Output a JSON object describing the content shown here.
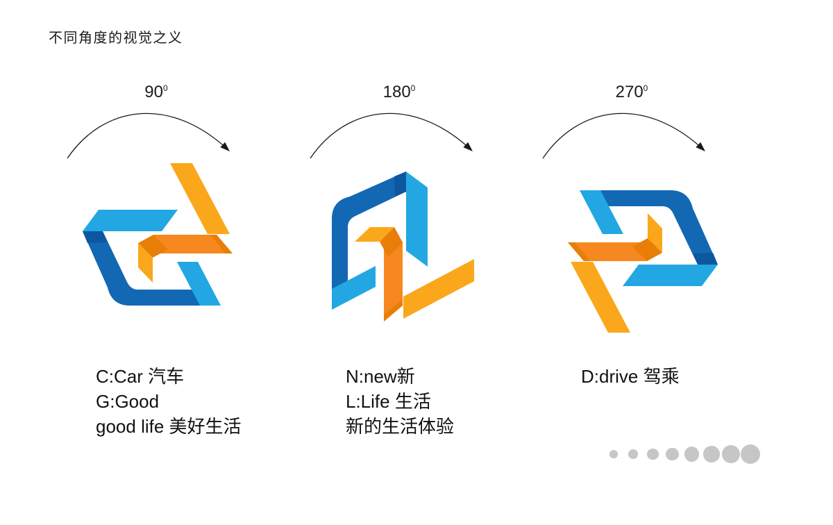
{
  "page": {
    "title": "不同角度的视觉之义",
    "background": "#ffffff"
  },
  "colors": {
    "light_blue": "#22A7E2",
    "dark_blue": "#1368B4",
    "navy_fold": "#0D56A0",
    "orange": "#F6881F",
    "orange_fold": "#E87D08",
    "gold": "#FBA71B",
    "ink": "#1a1a1a",
    "dot_gray": "#C6C6C6"
  },
  "rotations": [
    {
      "angle": "90",
      "sup": "0",
      "lines": [
        "C:Car 汽车",
        "G:Good",
        "good life 美好生活"
      ]
    },
    {
      "angle": "180",
      "sup": "0",
      "lines": [
        "N:new新",
        "L:Life 生活",
        "新的生活体验"
      ]
    },
    {
      "angle": "270",
      "sup": "0",
      "lines": [
        "D:drive 驾乘"
      ]
    }
  ],
  "pagination": {
    "dot_count": 8,
    "dot_sizes": [
      12,
      14.3,
      16.6,
      18.9,
      21.2,
      23.5,
      25.8,
      28
    ]
  }
}
